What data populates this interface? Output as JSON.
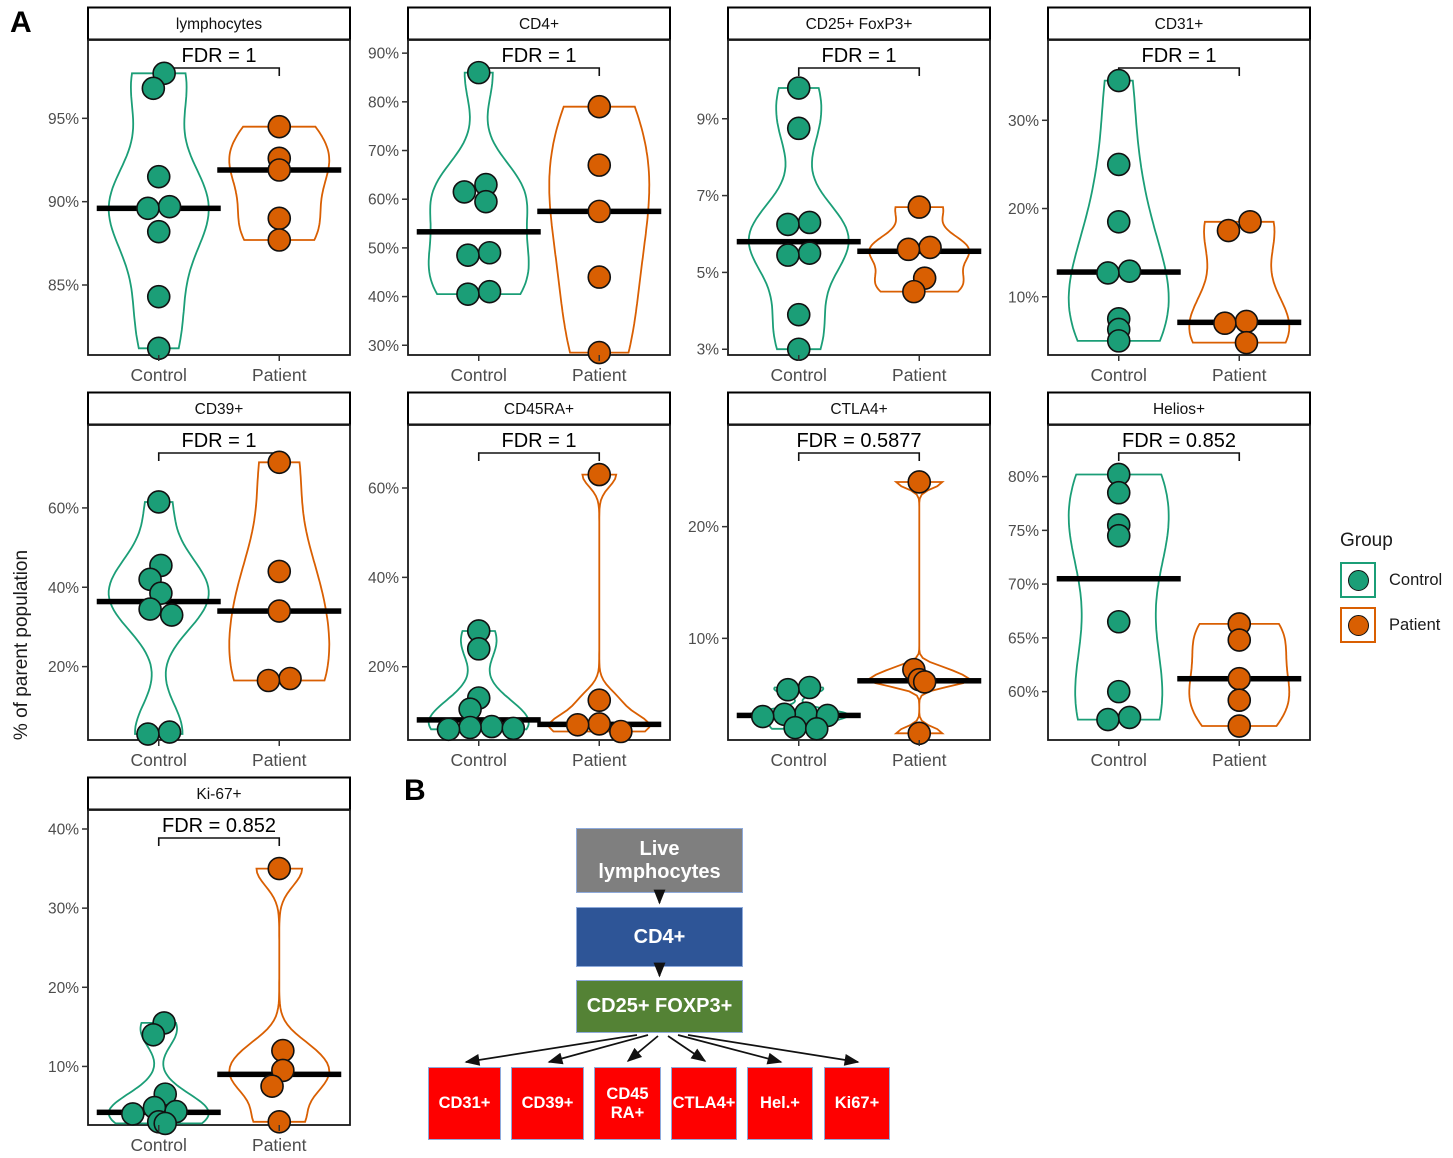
{
  "figure": {
    "section_a_label": "A",
    "section_b_label": "B"
  },
  "axis": {
    "y_label": "% of parent population",
    "x_categories": [
      "Control",
      "Patient"
    ]
  },
  "colors": {
    "control": "#1b9e77",
    "patient": "#d95f02",
    "median": "#000000"
  },
  "legend": {
    "title": "Group",
    "items": [
      {
        "label": "Control",
        "color": "#1b9e77"
      },
      {
        "label": "Patient",
        "color": "#d95f02"
      }
    ]
  },
  "chart_data": [
    {
      "type": "violin",
      "title": "lymphocytes",
      "fdr_label": "FDR = 1",
      "ylim": [
        80.8,
        99.7
      ],
      "yticks": [
        {
          "v": 85,
          "label": "85%"
        },
        {
          "v": 90,
          "label": "90%"
        },
        {
          "v": 95,
          "label": "95%"
        }
      ],
      "groups": [
        {
          "name": "Control",
          "color_key": "control",
          "median": 89.6,
          "points": [
            97.7,
            96.8,
            91.5,
            89.7,
            89.6,
            88.2,
            84.3,
            81.2
          ]
        },
        {
          "name": "Patient",
          "color_key": "patient",
          "median": 91.9,
          "points": [
            94.5,
            92.6,
            91.9,
            89.0,
            87.7
          ]
        }
      ]
    },
    {
      "type": "violin",
      "title": "CD4+",
      "fdr_label": "FDR = 1",
      "ylim": [
        28,
        92.7
      ],
      "yticks": [
        {
          "v": 30,
          "label": "30%"
        },
        {
          "v": 40,
          "label": "40%"
        },
        {
          "v": 50,
          "label": "50%"
        },
        {
          "v": 60,
          "label": "60%"
        },
        {
          "v": 70,
          "label": "70%"
        },
        {
          "v": 80,
          "label": "80%"
        },
        {
          "v": 90,
          "label": "90%"
        }
      ],
      "groups": [
        {
          "name": "Control",
          "color_key": "control",
          "median": 53.3,
          "points": [
            86,
            63,
            61.5,
            59.5,
            49,
            48.5,
            41,
            40.5
          ]
        },
        {
          "name": "Patient",
          "color_key": "patient",
          "median": 57.5,
          "points": [
            79,
            67,
            57.5,
            44,
            28.5
          ]
        }
      ]
    },
    {
      "type": "violin",
      "title": "CD25+ FoxP3+",
      "fdr_label": "FDR = 1",
      "ylim": [
        2.85,
        11.05
      ],
      "yticks": [
        {
          "v": 3,
          "label": "3%"
        },
        {
          "v": 5,
          "label": "5%"
        },
        {
          "v": 7,
          "label": "7%"
        },
        {
          "v": 9,
          "label": "9%"
        }
      ],
      "groups": [
        {
          "name": "Control",
          "color_key": "control",
          "median": 5.8,
          "points": [
            9.8,
            8.75,
            6.3,
            6.25,
            5.5,
            5.45,
            3.9,
            3.0
          ]
        },
        {
          "name": "Patient",
          "color_key": "patient",
          "median": 5.55,
          "points": [
            6.7,
            5.65,
            5.6,
            4.85,
            4.5
          ]
        }
      ]
    },
    {
      "type": "violin",
      "title": "CD31+",
      "fdr_label": "FDR = 1",
      "ylim": [
        3.4,
        39.1
      ],
      "yticks": [
        {
          "v": 10,
          "label": "10%"
        },
        {
          "v": 20,
          "label": "20%"
        },
        {
          "v": 30,
          "label": "30%"
        }
      ],
      "groups": [
        {
          "name": "Control",
          "color_key": "control",
          "median": 12.8,
          "points": [
            34.5,
            25,
            18.5,
            12.9,
            12.7,
            7.5,
            6.3,
            5.0
          ]
        },
        {
          "name": "Patient",
          "color_key": "patient",
          "median": 7.1,
          "points": [
            18.5,
            17.5,
            7.2,
            7.0,
            4.8
          ]
        }
      ]
    },
    {
      "type": "violin",
      "title": "CD39+",
      "fdr_label": "FDR = 1",
      "ylim": [
        1.5,
        80.9
      ],
      "yticks": [
        {
          "v": 20,
          "label": "20%"
        },
        {
          "v": 40,
          "label": "40%"
        },
        {
          "v": 60,
          "label": "60%"
        }
      ],
      "groups": [
        {
          "name": "Control",
          "color_key": "control",
          "median": 36.4,
          "points": [
            61.5,
            45.5,
            42,
            38.5,
            34.5,
            33,
            3.5,
            3
          ]
        },
        {
          "name": "Patient",
          "color_key": "patient",
          "median": 34.0,
          "points": [
            71.5,
            44,
            34,
            17,
            16.5
          ]
        }
      ]
    },
    {
      "type": "violin",
      "title": "CD45RA+",
      "fdr_label": "FDR = 1",
      "ylim": [
        3.6,
        74.1
      ],
      "yticks": [
        {
          "v": 20,
          "label": "20%"
        },
        {
          "v": 40,
          "label": "40%"
        },
        {
          "v": 60,
          "label": "60%"
        }
      ],
      "groups": [
        {
          "name": "Control",
          "color_key": "control",
          "median": 8.1,
          "points": [
            28,
            24,
            13,
            10.5,
            6.6,
            6.4,
            6.2,
            6.0
          ]
        },
        {
          "name": "Patient",
          "color_key": "patient",
          "median": 7.1,
          "points": [
            63,
            12.5,
            7.2,
            7.0,
            5.5
          ]
        }
      ]
    },
    {
      "type": "violin",
      "title": "CTLA4+",
      "fdr_label": "FDR = 0.5877",
      "ylim": [
        0.9,
        29.1
      ],
      "yticks": [
        {
          "v": 10,
          "label": "10%"
        },
        {
          "v": 20,
          "label": "20%"
        }
      ],
      "groups": [
        {
          "name": "Control",
          "color_key": "control",
          "median": 3.1,
          "points": [
            5.6,
            5.4,
            3.3,
            3.2,
            3.1,
            3.0,
            2.0,
            1.9
          ]
        },
        {
          "name": "Patient",
          "color_key": "patient",
          "median": 6.2,
          "points": [
            24,
            7.2,
            6.3,
            6.1,
            1.5
          ]
        }
      ]
    },
    {
      "type": "violin",
      "title": "Helios+",
      "fdr_label": "FDR = 0.852",
      "ylim": [
        55.5,
        84.8
      ],
      "yticks": [
        {
          "v": 60,
          "label": "60%"
        },
        {
          "v": 65,
          "label": "65%"
        },
        {
          "v": 70,
          "label": "70%"
        },
        {
          "v": 75,
          "label": "75%"
        },
        {
          "v": 80,
          "label": "80%"
        }
      ],
      "groups": [
        {
          "name": "Control",
          "color_key": "control",
          "median": 70.5,
          "points": [
            80.2,
            78.5,
            75.5,
            74.5,
            66.5,
            60.0,
            57.6,
            57.4
          ]
        },
        {
          "name": "Patient",
          "color_key": "patient",
          "median": 61.2,
          "points": [
            66.3,
            64.8,
            61.2,
            59.2,
            56.8
          ]
        }
      ]
    },
    {
      "type": "violin",
      "title": "Ki-67+",
      "fdr_label": "FDR = 0.852",
      "ylim": [
        2.6,
        42.4
      ],
      "yticks": [
        {
          "v": 10,
          "label": "10%"
        },
        {
          "v": 20,
          "label": "20%"
        },
        {
          "v": 30,
          "label": "30%"
        },
        {
          "v": 40,
          "label": "40%"
        }
      ],
      "groups": [
        {
          "name": "Control",
          "color_key": "control",
          "median": 4.2,
          "points": [
            15.5,
            14,
            6.5,
            4.8,
            4.3,
            4.0,
            3.0,
            2.8
          ]
        },
        {
          "name": "Patient",
          "color_key": "patient",
          "median": 9.0,
          "points": [
            35,
            12,
            9.5,
            7.5,
            3
          ]
        }
      ]
    }
  ],
  "flowchart": {
    "border": "#8eaadb",
    "leaf_bg": "#fe0000",
    "nodes": [
      {
        "label": "Live lymphocytes",
        "bg": "#7f7f7f"
      },
      {
        "label": "CD4+",
        "bg": "#2e5597"
      },
      {
        "label": "CD25+ FOXP3+",
        "bg": "#548235"
      }
    ],
    "leaves": [
      {
        "label": "CD31+"
      },
      {
        "label": "CD39+"
      },
      {
        "label": "CD45 RA+"
      },
      {
        "label": "CTLA4+"
      },
      {
        "label": "Hel.+"
      },
      {
        "label": "Ki67+"
      }
    ]
  }
}
